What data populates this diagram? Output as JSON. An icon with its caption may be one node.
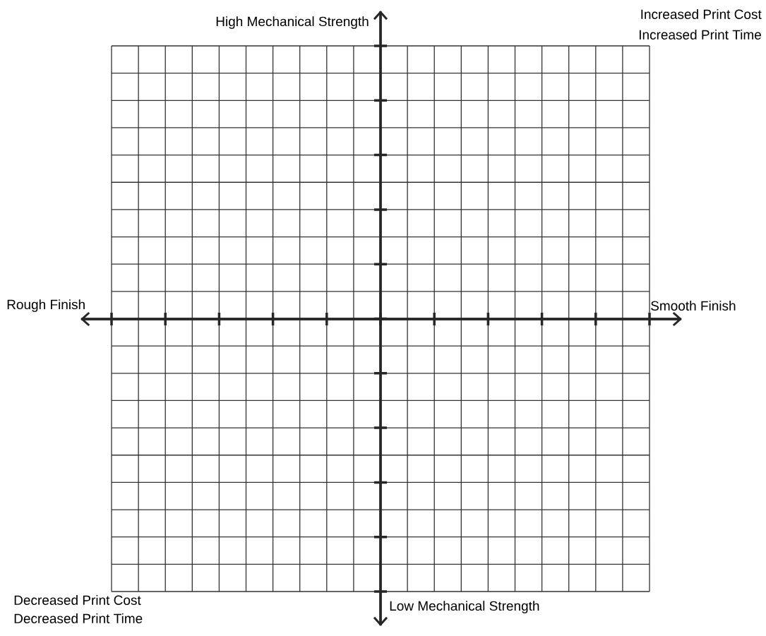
{
  "diagram": {
    "labels": [
      "High Mechanical Strength",
      "Increased Print Cost",
      "Increased Print Time",
      "Rough Finish",
      "Smooth Finish",
      "Decreased Print Cost",
      "Decreased Print Time",
      "Low Mechanical Strength"
    ]
  }
}
